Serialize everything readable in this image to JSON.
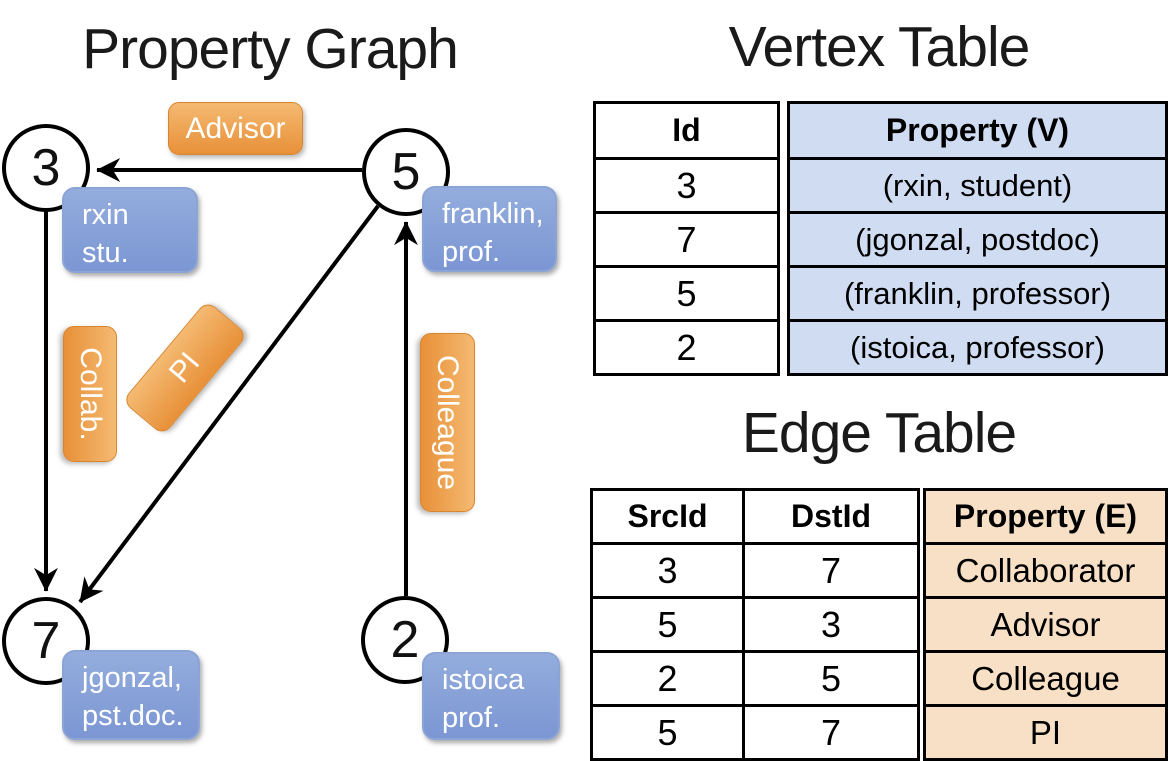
{
  "graph": {
    "title": "Property Graph",
    "node3": {
      "id": "3",
      "prop1": "rxin",
      "prop2": "stu."
    },
    "node5": {
      "id": "5",
      "prop1": "franklin,",
      "prop2": "prof."
    },
    "node7": {
      "id": "7",
      "prop1": "jgonzal,",
      "prop2": "pst.doc."
    },
    "node2": {
      "id": "2",
      "prop1": "istoica",
      "prop2": "prof."
    },
    "edge_labels": {
      "advisor": "Advisor",
      "collab": "Collab.",
      "pi": "PI",
      "colleague": "Colleague"
    }
  },
  "vertex_table": {
    "title": "Vertex Table",
    "columns": [
      "Id",
      "Property (V)"
    ],
    "rows": [
      [
        "3",
        "(rxin, student)"
      ],
      [
        "7",
        "(jgonzal, postdoc)"
      ],
      [
        "5",
        "(franklin, professor)"
      ],
      [
        "2",
        "(istoica, professor)"
      ]
    ]
  },
  "edge_table": {
    "title": "Edge Table",
    "columns": [
      "SrcId",
      "DstId",
      "Property (E)"
    ],
    "rows": [
      [
        "3",
        "7",
        "Collaborator"
      ],
      [
        "5",
        "3",
        "Advisor"
      ],
      [
        "2",
        "5",
        "Colleague"
      ],
      [
        "5",
        "7",
        "PI"
      ]
    ]
  },
  "colors": {
    "edge_label_orange_top": "#f4ba72",
    "edge_label_orange_bottom": "#e89038",
    "vertex_box_blue_top": "#94addd",
    "vertex_box_blue_bottom": "#7b96d3",
    "vertex_table_fill": "#cfdcf1",
    "edge_table_fill": "#f7e0c5",
    "line_color": "#000000"
  }
}
